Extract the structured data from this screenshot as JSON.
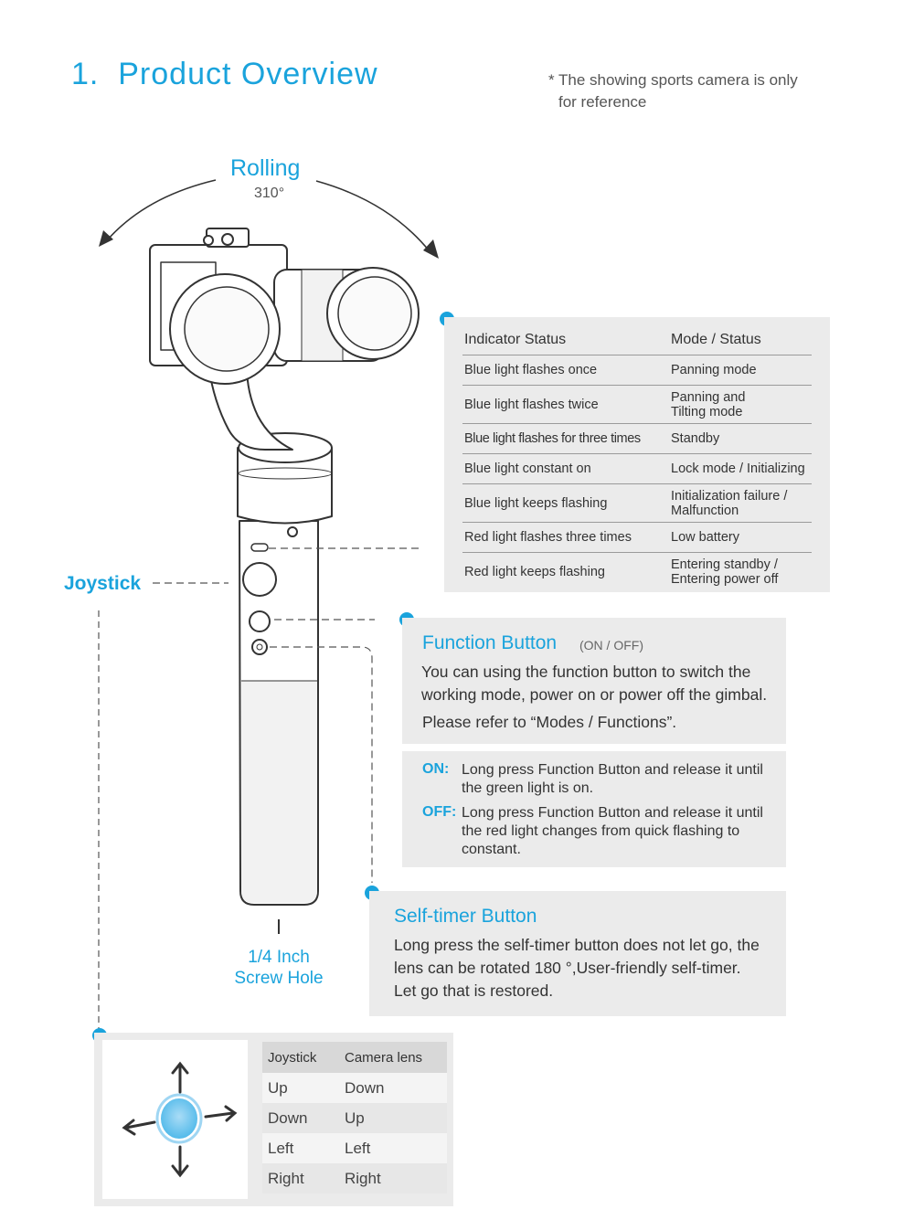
{
  "header": {
    "title": "1.  Product Overview",
    "note_line1": "* The showing sports camera is only",
    "note_line2": "for reference"
  },
  "rolling": {
    "label": "Rolling",
    "degrees": "310°"
  },
  "labels": {
    "joystick": "Joystick",
    "screw_line1": "1/4 Inch",
    "screw_line2": "Screw Hole"
  },
  "indicator_table": {
    "headers": [
      "Indicator Status",
      "Mode / Status"
    ],
    "rows": [
      {
        "indicator": "Blue light flashes once",
        "mode": "Panning mode"
      },
      {
        "indicator": "Blue light flashes twice",
        "mode": "Panning and\nTilting mode"
      },
      {
        "indicator": "Blue light flashes for three times",
        "mode": "Standby"
      },
      {
        "indicator": "Blue light constant on",
        "mode": "Lock mode / Initializing"
      },
      {
        "indicator": "Blue light keeps flashing",
        "mode": "Initialization failure /\nMalfunction"
      },
      {
        "indicator": "Red light flashes three times",
        "mode": "Low battery"
      },
      {
        "indicator": "Red light keeps flashing",
        "mode": "Entering standby /\nEntering power off"
      }
    ]
  },
  "function_button": {
    "title": "Function Button",
    "subtitle": "(ON / OFF)",
    "body": "You can using the function button to switch the working mode, power on or power off the gimbal.",
    "refer": "Please refer to “Modes / Functions”."
  },
  "on_off": {
    "on_key": "ON:",
    "on_text": "Long press Function Button and release it until the green light is on.",
    "off_key": "OFF:",
    "off_text": "Long press Function Button and release it until the red light changes from quick flashing to constant."
  },
  "self_timer": {
    "title": "Self-timer Button",
    "body_line1": "Long press the self-timer button does not let go, the",
    "body_line2": "lens can be rotated 180 °,User-friendly self-timer.",
    "body_line3": "Let go that is restored."
  },
  "joystick_table": {
    "headers": [
      "Joystick",
      "Camera lens"
    ],
    "rows": [
      {
        "joystick": "Up",
        "lens": "Down"
      },
      {
        "joystick": "Down",
        "lens": "Up"
      },
      {
        "joystick": "Left",
        "lens": "Left"
      },
      {
        "joystick": "Right",
        "lens": "Right"
      }
    ]
  },
  "colors": {
    "accent": "#1aa3dc",
    "panel": "#ebebeb",
    "line": "#333333"
  }
}
